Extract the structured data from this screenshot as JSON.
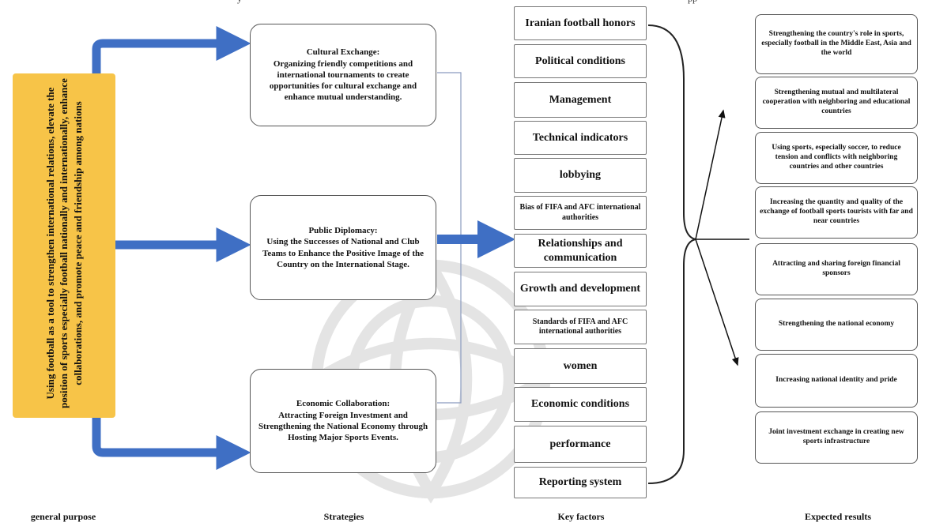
{
  "top_strip": {
    "left": "y",
    "right": "pp"
  },
  "general_purpose": {
    "text": "Using football as a tool to strengthen international relations, elevate the position of sports especially football nationally and internationally, enhance collaborations, and promote peace and friendship among nations",
    "label": "general purpose"
  },
  "strategies": {
    "label": "Strategies",
    "items": [
      {
        "title": "Cultural Exchange:",
        "body": "Organizing friendly competitions and international tournaments to create opportunities for cultural exchange and enhance mutual understanding."
      },
      {
        "title": "Public Diplomacy:",
        "body": "Using the Successes of National and Club Teams to Enhance the Positive Image of the Country on the International Stage."
      },
      {
        "title": "Economic Collaboration:",
        "body": "Attracting Foreign Investment and Strengthening the National Economy through Hosting Major Sports Events."
      }
    ]
  },
  "key_factors": {
    "label": "Key factors",
    "items": [
      "Iranian football honors",
      "Political conditions",
      "Management",
      "Technical indicators",
      "lobbying",
      "Bias of FIFA and AFC international authorities",
      "Relationships and communication",
      "Growth and development",
      "Standards of FIFA and AFC international authorities",
      "women",
      "Economic conditions",
      "performance",
      "Reporting system"
    ]
  },
  "expected_results": {
    "label": "Expected results",
    "items": [
      "Strengthening the country's role in sports, especially football in the Middle East, Asia and the world",
      "Strengthening mutual and multilateral cooperation with neighboring and educational countries",
      "Using sports, especially soccer, to reduce tension and conflicts with neighboring countries and other countries",
      "Increasing the quantity and quality of the exchange of football sports tourists with far and near countries",
      "Attracting and sharing foreign financial sponsors",
      "Strengthening the national economy",
      "Increasing national identity and pride",
      "Joint investment exchange in creating new sports infrastructure"
    ]
  },
  "colors": {
    "purpose_fill": "#f7c448",
    "arrow_blue": "#3f6fc4",
    "box_border": "#555555"
  }
}
